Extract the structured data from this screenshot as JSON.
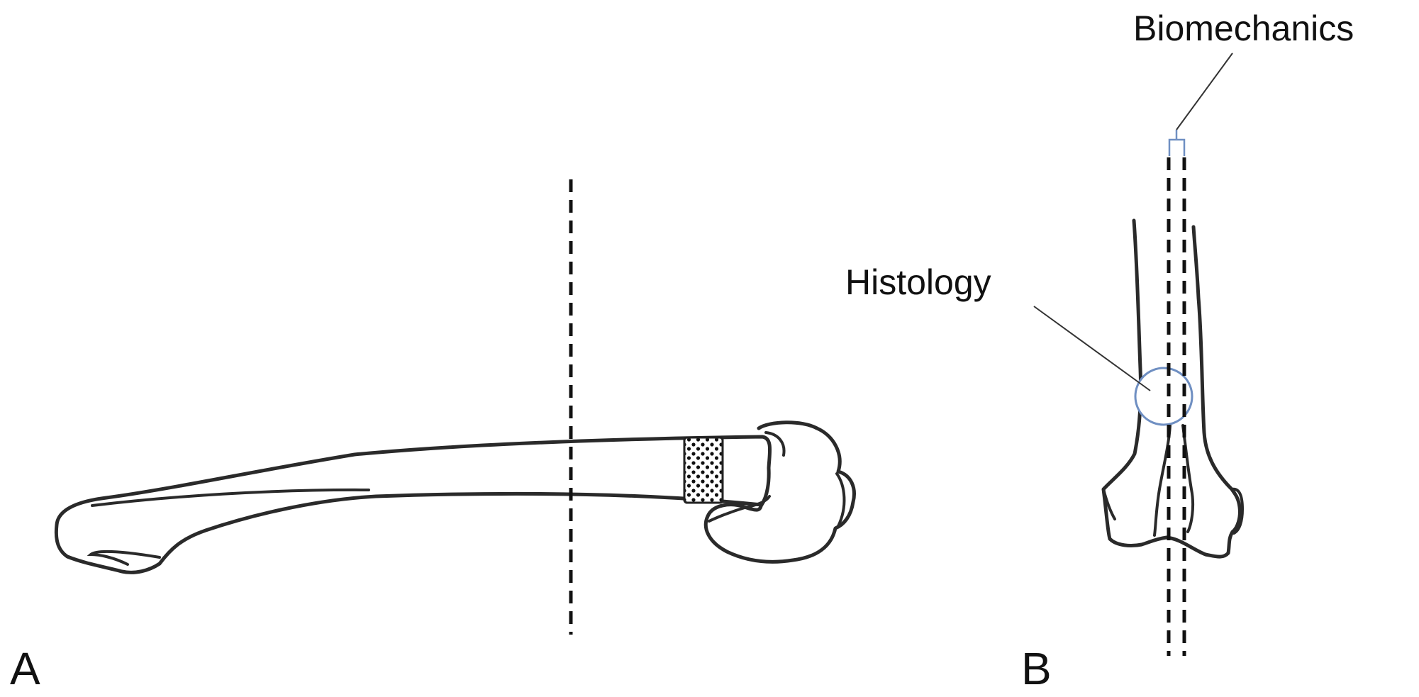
{
  "panels": {
    "a": {
      "letter": "A"
    },
    "b": {
      "letter": "B"
    }
  },
  "annotations": {
    "histology": "Histology",
    "biomechanics": "Biomechanics"
  },
  "colors": {
    "outline": "#2a2a2a",
    "bracket": "#6f8fc2",
    "background": "#ffffff"
  }
}
